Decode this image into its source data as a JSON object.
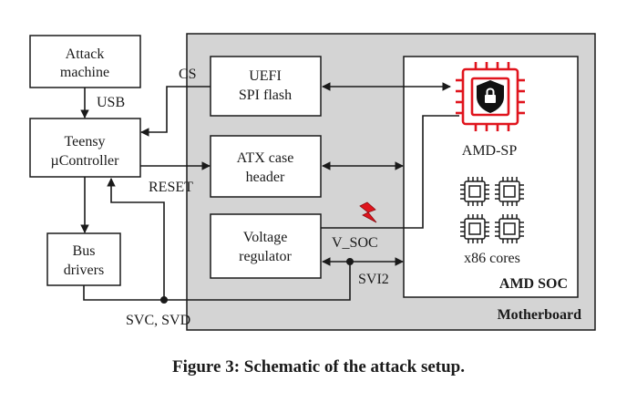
{
  "diagram": {
    "blocks": {
      "attack_machine": {
        "line1": "Attack",
        "line2": "machine"
      },
      "teensy": {
        "line1": "Teensy",
        "line2": "µController"
      },
      "bus_drivers": {
        "line1": "Bus",
        "line2": "drivers"
      },
      "uefi_flash": {
        "line1": "UEFI",
        "line2": "SPI flash"
      },
      "atx_header": {
        "line1": "ATX case",
        "line2": "header"
      },
      "voltage_regulator": {
        "line1": "Voltage",
        "line2": "regulator"
      },
      "amd_soc": {
        "label": "AMD SOC"
      },
      "motherboard": {
        "label": "Motherboard"
      },
      "amd_sp": {
        "label": "AMD-SP"
      },
      "x86_cores": {
        "label": "x86 cores"
      }
    },
    "signals": {
      "usb": "USB",
      "cs": "CS",
      "reset": "RESET",
      "v_soc": "V_SOC",
      "svi2": "SVI2",
      "svc_svd": "SVC, SVD"
    },
    "colors": {
      "motherboard_fill": "#d4d4d4",
      "line": "#1a1a1a",
      "amd_sp_accent": "#e0141d",
      "glitch": "#e0141d"
    }
  },
  "caption": "Figure 3: Schematic of the attack setup."
}
